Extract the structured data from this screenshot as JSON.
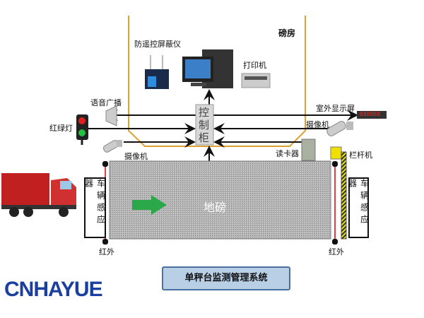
{
  "room_label": "磅房",
  "shield_label": "防遥控屏蔽仪",
  "printer_label": "打印机",
  "cabinet_label": "控制柜",
  "speaker_label": "语音广播",
  "traffic_light_label": "红绿灯",
  "camera_left_label": "摄像机",
  "display_label": "室外显示屏",
  "display_value": "888888",
  "camera_right_label": "摄像机",
  "card_reader_label": "读卡器",
  "barrier_label": "栏杆机",
  "platform_label": "地磅",
  "sensor_left_label": "车辆感应器",
  "sensor_right_label": "车辆感应器",
  "infrared_left_label": "红外",
  "infrared_right_label": "红外",
  "system_title": "单秤台监测管理系统",
  "logo": "CNHAYUE",
  "colors": {
    "room_outline": "#e0a030",
    "platform": "#a8a8a8",
    "arrow": "#2aa84a",
    "logo": "#1a3fa0",
    "title_bg": "#b9cfe6"
  }
}
